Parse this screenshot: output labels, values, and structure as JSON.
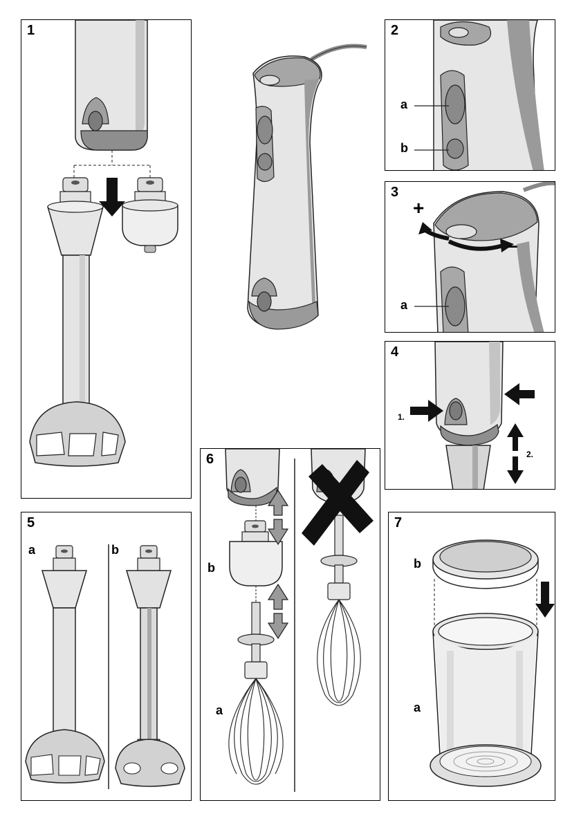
{
  "panels": {
    "p1": {
      "number": "1"
    },
    "p2": {
      "number": "2",
      "label_a": "a",
      "label_b": "b"
    },
    "p3": {
      "number": "3",
      "plus": "+",
      "minus": "–",
      "label_a": "a"
    },
    "p4": {
      "number": "4",
      "step1": "1.",
      "step2": "2."
    },
    "p5": {
      "number": "5",
      "label_a": "a",
      "label_b": "b"
    },
    "p6": {
      "number": "6",
      "label_b": "b",
      "label_a": "a"
    },
    "p7": {
      "number": "7",
      "label_b": "b",
      "label_a": "a"
    }
  },
  "colors": {
    "body_light": "#e6e6e6",
    "body_mid": "#c4c4c4",
    "body_dark": "#8e8e8e",
    "outline": "#222222",
    "arrow": "#111111",
    "arrow_gray": "#9a9a9a"
  }
}
